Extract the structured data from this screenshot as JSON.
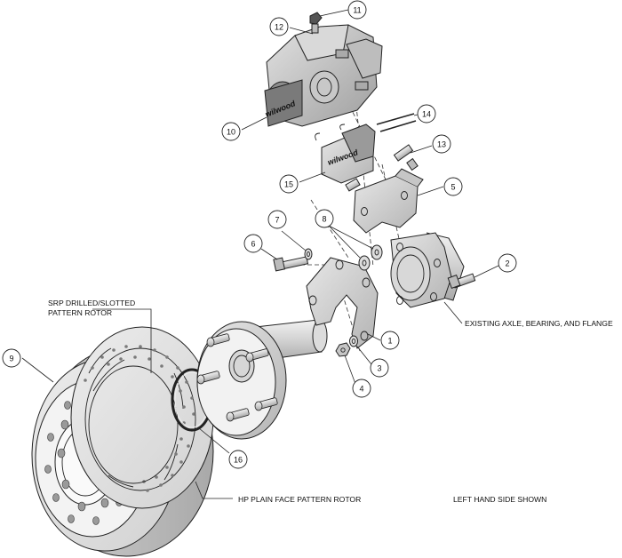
{
  "diagram": {
    "labels": {
      "srp_rotor_line1": "SRP DRILLED/SLOTTED",
      "srp_rotor_line2": "PATTERN ROTOR",
      "hp_rotor": "HP PLAIN FACE PATTERN ROTOR",
      "existing_axle": "EXISTING AXLE, BEARING, AND FLANGE",
      "left_hand": "LEFT HAND SIDE SHOWN",
      "caliper_logo": "wilwood",
      "pad_logo": "wilwood"
    },
    "callouts": {
      "c1": "1",
      "c2": "2",
      "c3": "3",
      "c4": "4",
      "c5": "5",
      "c6": "6",
      "c7": "7",
      "c8": "8",
      "c9": "9",
      "c10": "10",
      "c11": "11",
      "c12": "12",
      "c13": "13",
      "c14": "14",
      "c15": "15",
      "c16": "16"
    }
  }
}
